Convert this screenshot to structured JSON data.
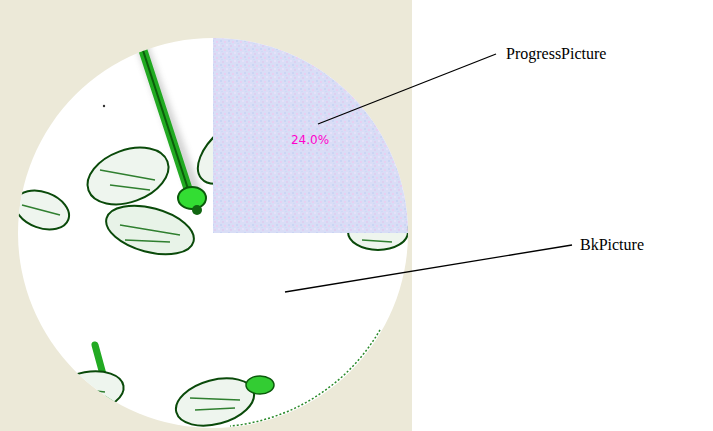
{
  "diagram": {
    "labels": [
      "ProgressPicture",
      "24.0%",
      "BkPicture"
    ]
  }
}
